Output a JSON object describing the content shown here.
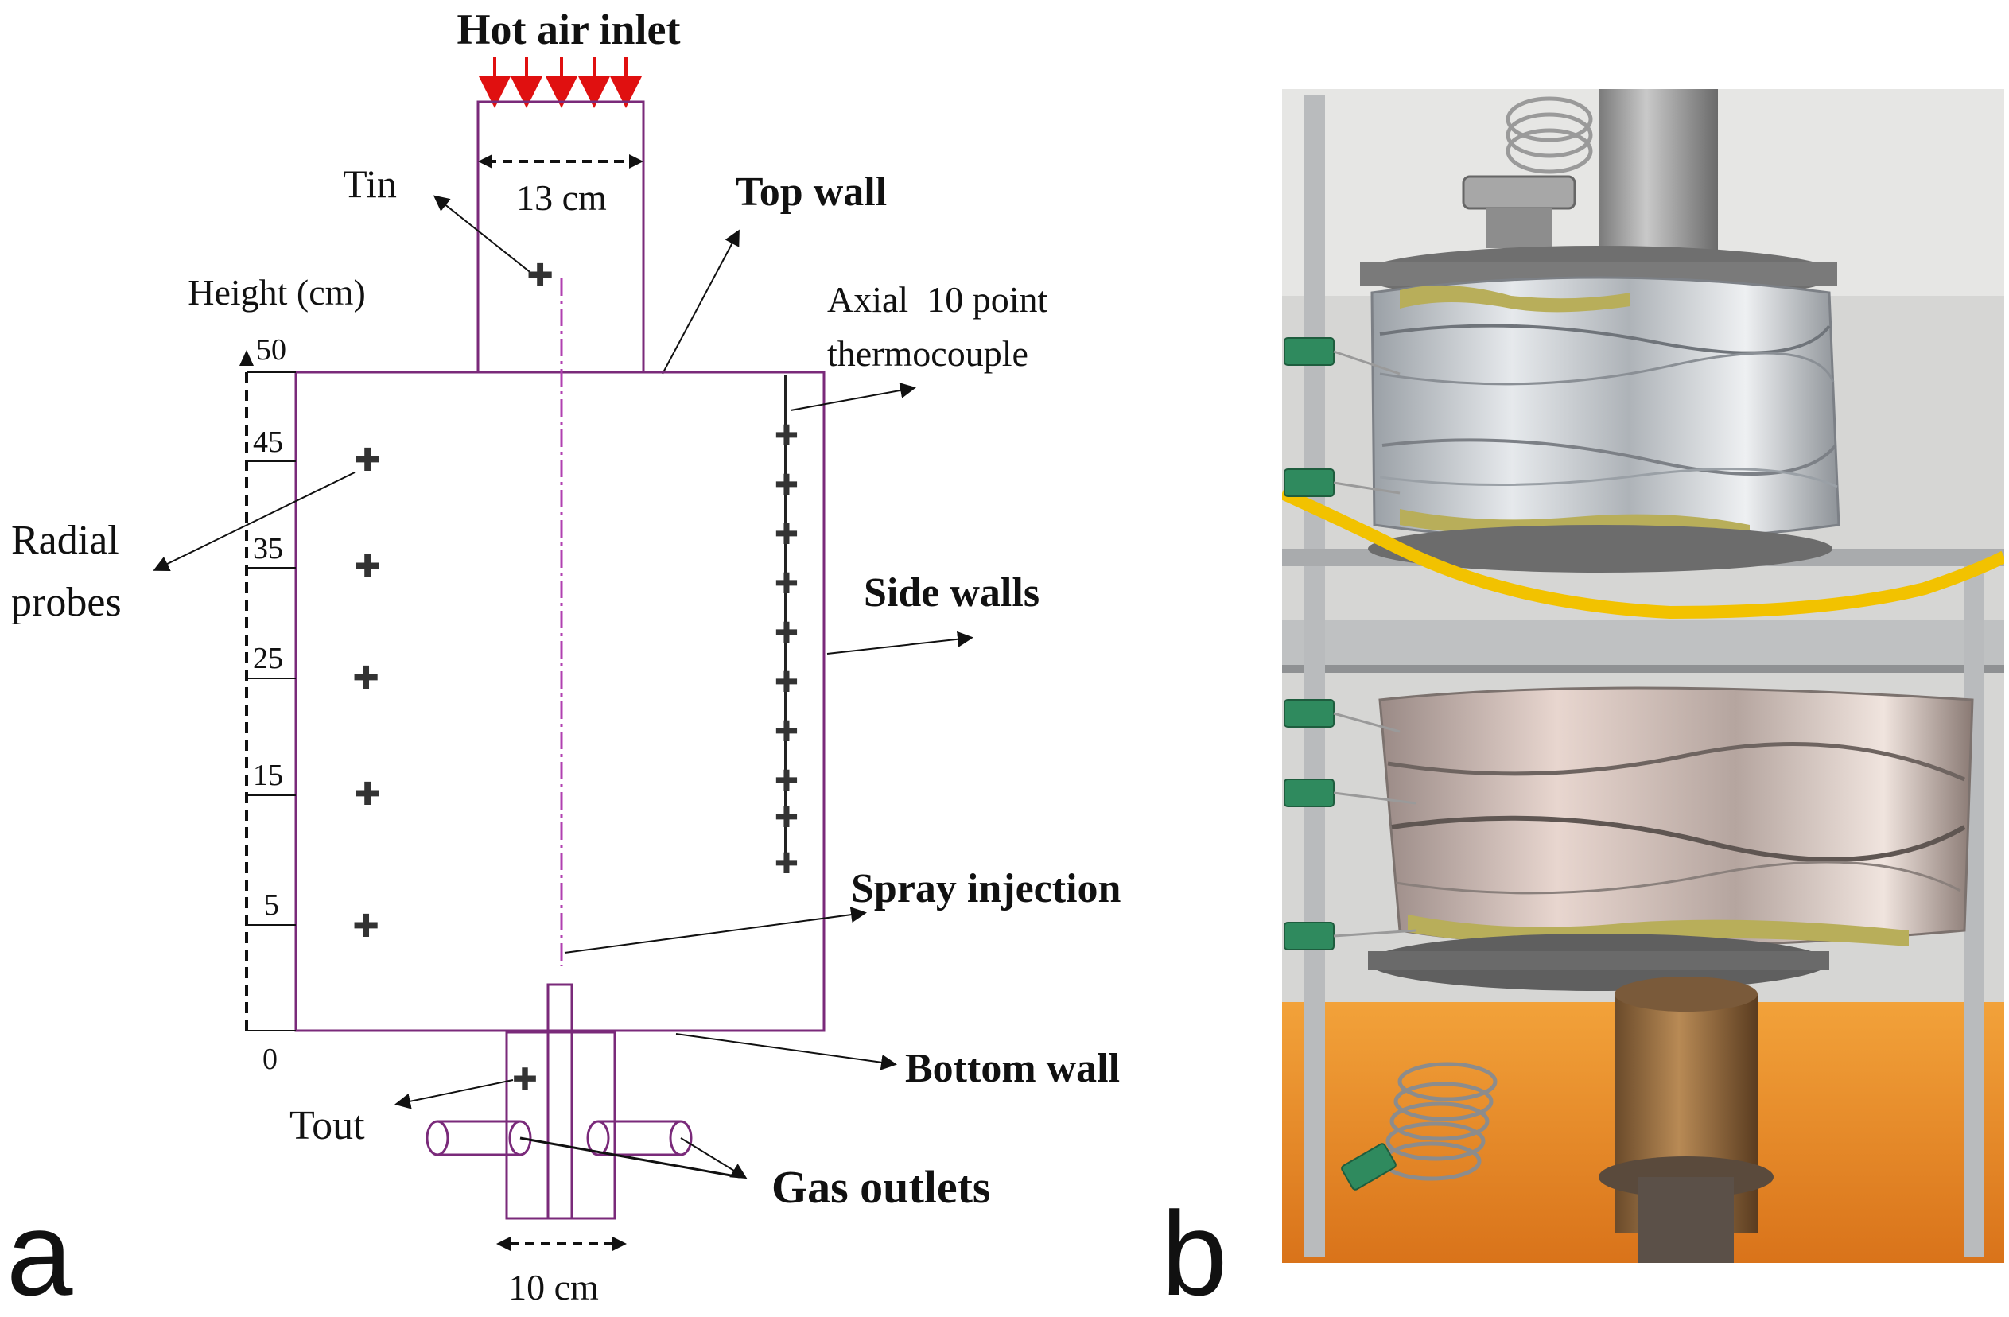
{
  "panel_a": {
    "panel_letter": "a",
    "inlet_label": "Hot air inlet",
    "inlet_width_label": "13 cm",
    "tin_label": "Tin",
    "top_wall_label": "Top wall",
    "height_axis_label": "Height (cm)",
    "axial_label_line1": "Axial  10 point",
    "axial_label_line2": "thermocouple",
    "radial_label_line1": "Radial",
    "radial_label_line2": "probes",
    "side_walls_label": "Side walls",
    "spray_label": "Spray injection",
    "bottom_wall_label": "Bottom wall",
    "tout_label": "Tout",
    "gas_outlets_label": "Gas outlets",
    "outlet_width_label": "10 cm",
    "height_ticks": [
      "50",
      "45",
      "35",
      "25",
      "15",
      "5",
      "0"
    ],
    "colors": {
      "outline": "#7a2a7a",
      "arrow_inlet": "#e01010",
      "text": "#111111",
      "centerline": "#b040b0"
    }
  },
  "panel_b": {
    "panel_letter": "b",
    "colors": {
      "background": "#d8d8d8",
      "foil": "#c9cdd2",
      "insulation": "#b8ae5a",
      "flange": "#6f6f6f",
      "cable": "#f2c200",
      "lower_glow": "#e98a1c",
      "connector": "#2f8a5e"
    }
  }
}
